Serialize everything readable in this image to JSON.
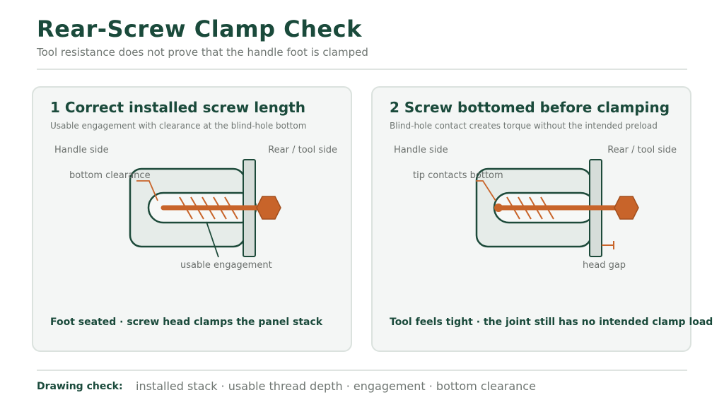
{
  "header": {
    "title": "Rear-Screw Clamp Check",
    "subtitle": "Tool resistance does not prove that the handle foot is clamped"
  },
  "panels": [
    {
      "title": "1 Correct installed screw length",
      "subtitle": "Usable engagement with clearance at the blind-hole bottom",
      "side_left": "Handle side",
      "side_right": "Rear / tool side",
      "callout_top": "bottom clearance",
      "callout_bottom": "usable engagement",
      "footer": "Foot seated · screw head clamps the panel stack"
    },
    {
      "title": "2 Screw bottomed before clamping",
      "subtitle": "Blind-hole contact creates torque without the intended preload",
      "side_left": "Handle side",
      "side_right": "Rear / tool side",
      "callout_top": "tip contacts bottom",
      "callout_bottom": "head gap",
      "footer": "Tool feels tight · the joint still has no intended clamp load"
    }
  ],
  "footer": {
    "label": "Drawing check:",
    "items": "installed stack · usable thread depth · engagement · bottom clearance"
  },
  "colors": {
    "dark_green": "#1a4a3b",
    "screw_orange": "#c8642a",
    "panel_bg": "#f4f6f5",
    "muted_text": "#6f7672"
  }
}
